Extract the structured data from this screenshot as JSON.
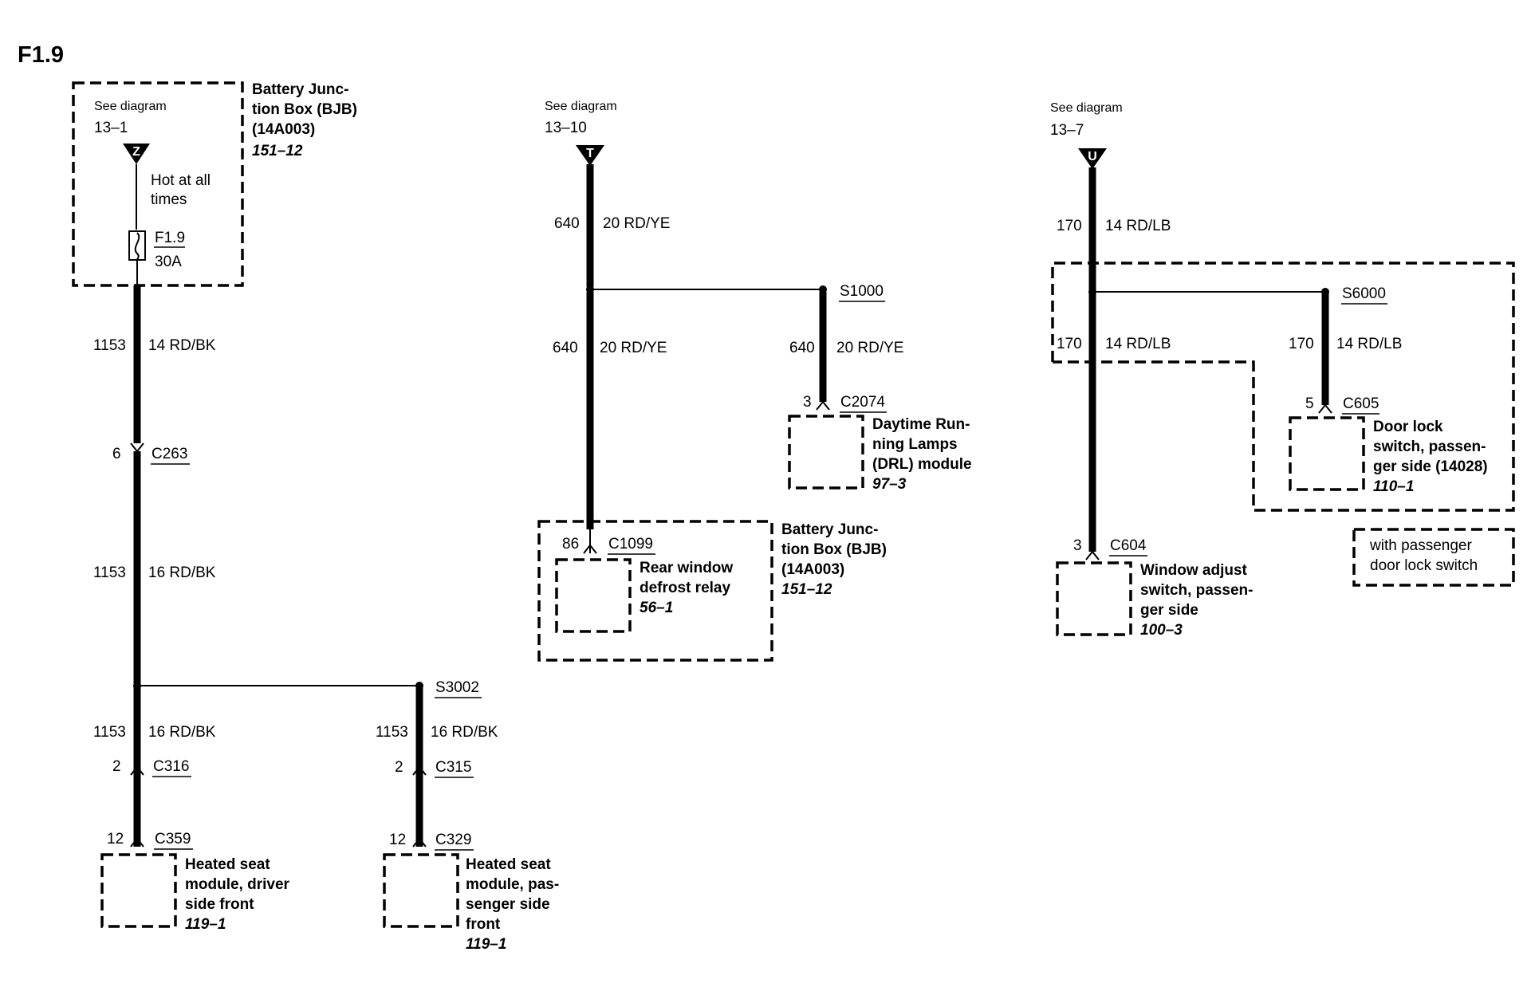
{
  "title": "F1.9",
  "col1": {
    "see_diagram": "See diagram",
    "see_ref": "13–1",
    "terminal": "Z",
    "hot1": "Hot at all",
    "hot2": "times",
    "fuse_name": "F1.9",
    "fuse_rating": "30A",
    "bjb1": "Battery Junc-",
    "bjb2": "tion Box (BJB)",
    "bjb3": "(14A003)",
    "bjb_ref": "151–12",
    "w1_circuit": "1153",
    "w1_gauge": "14 RD/BK",
    "c263_pin": "6",
    "c263": "C263",
    "w2_circuit": "1153",
    "w2_gauge": "16 RD/BK",
    "s3002": "S3002",
    "w3_circuit": "1153",
    "w3_gauge": "16 RD/BK",
    "c316_pin": "2",
    "c316": "C316",
    "c359_pin": "12",
    "c359": "C359",
    "driver1": "Heated seat",
    "driver2": "module, driver",
    "driver3": "side front",
    "driver_ref": "119–1",
    "w4_circuit": "1153",
    "w4_gauge": "16 RD/BK",
    "c315_pin": "2",
    "c315": "C315",
    "c329_pin": "12",
    "c329": "C329",
    "pass1": "Heated seat",
    "pass2": "module, pas-",
    "pass3": "senger side",
    "pass4": "front",
    "pass_ref": "119–1"
  },
  "col2": {
    "see_diagram": "See diagram",
    "see_ref": "13–10",
    "terminal": "T",
    "w1_circuit": "640",
    "w1_gauge": "20 RD/YE",
    "s1000": "S1000",
    "w2_circuit": "640",
    "w2_gauge": "20 RD/YE",
    "w3_circuit": "640",
    "w3_gauge": "20 RD/YE",
    "c2074_pin": "3",
    "c2074": "C2074",
    "drl1": "Daytime Run-",
    "drl2": "ning Lamps",
    "drl3": "(DRL) module",
    "drl_ref": "97–3",
    "c1099_pin": "86",
    "c1099": "C1099",
    "relay1": "Rear window",
    "relay2": "defrost relay",
    "relay_ref": "56–1",
    "bjb1": "Battery Junc-",
    "bjb2": "tion Box (BJB)",
    "bjb3": "(14A003)",
    "bjb_ref": "151–12"
  },
  "col3": {
    "see_diagram": "See diagram",
    "see_ref": "13–7",
    "terminal": "U",
    "w1_circuit": "170",
    "w1_gauge": "14 RD/LB",
    "s6000": "S6000",
    "w2_circuit": "170",
    "w2_gauge": "14 RD/LB",
    "w3_circuit": "170",
    "w3_gauge": "14 RD/LB",
    "c605_pin": "5",
    "c605": "C605",
    "door1": "Door lock",
    "door2": "switch, passen-",
    "door3": "ger side (14028)",
    "door_ref": "110–1",
    "c604_pin": "3",
    "c604": "C604",
    "win1": "Window adjust",
    "win2": "switch, passen-",
    "win3": "ger side",
    "win_ref": "100–3",
    "note1": "with passenger",
    "note2": "door lock switch"
  }
}
